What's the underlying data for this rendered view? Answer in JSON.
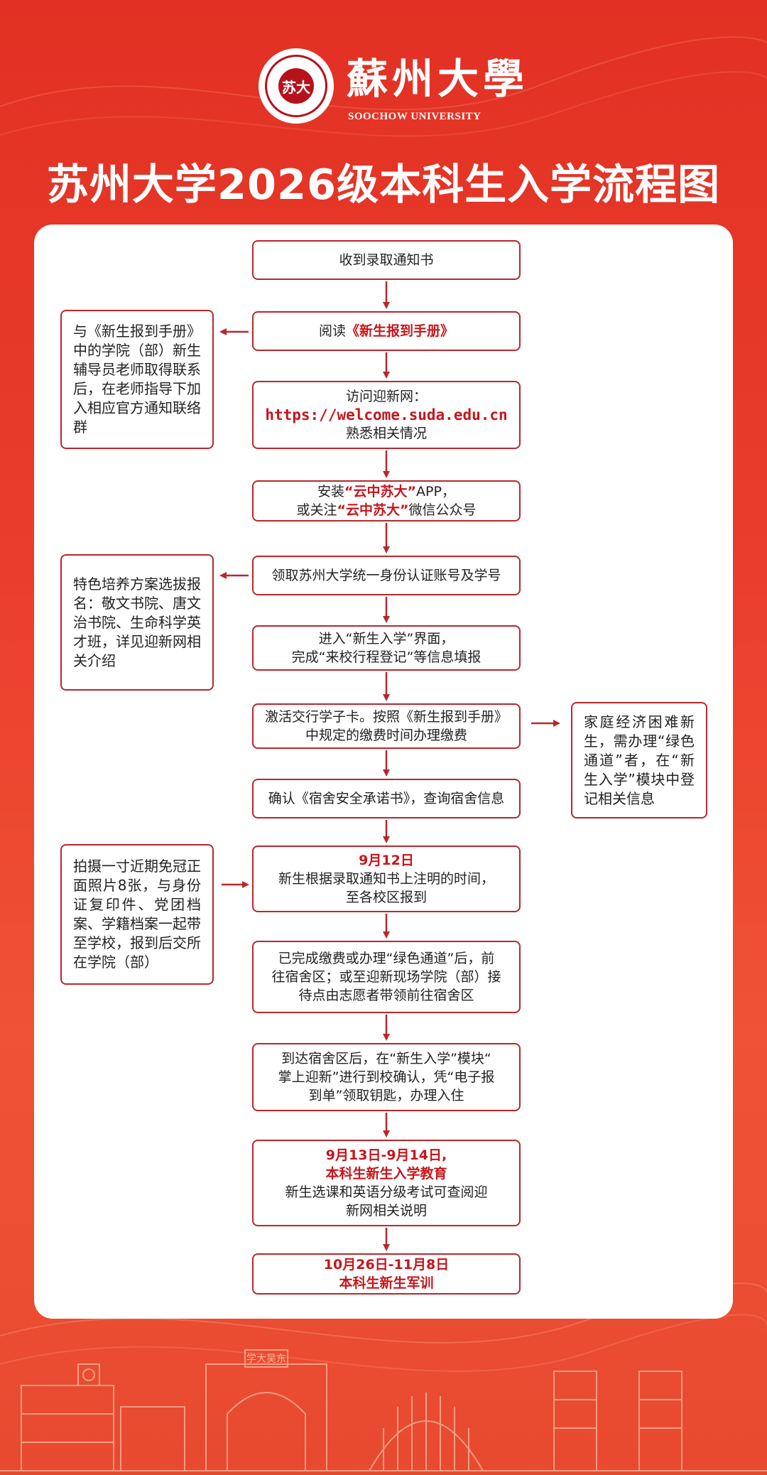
{
  "header": {
    "seal_text": "苏大",
    "logo_cn": "蘇州大學",
    "logo_en": "SOOCHOW UNIVERSITY",
    "title": "苏州大学2026级本科生入学流程图"
  },
  "flow": {
    "s1": "收到录取通知书",
    "s2_pre": "阅读",
    "s2_red": "《新生报到手册》",
    "s3_l1": "访问迎新网：",
    "s3_url": "https://welcome.suda.edu.cn",
    "s3_l3": "熟悉相关情况",
    "s4_a": "安装",
    "s4_b": "“云中苏大”",
    "s4_c": "APP，",
    "s4_d": "或关注",
    "s4_e": "“云中苏大”",
    "s4_f": "微信公众号",
    "s5": "领取苏州大学统一身份认证账号及学号",
    "s6_l1": "进入“新生入学”界面，",
    "s6_l2": "完成“来校行程登记”等信息填报",
    "s7_l1": "激活交行学子卡。按照《新生报到手册》",
    "s7_l2": "中规定的缴费时间办理缴费",
    "s8": "确认《宿舍安全承诺书》，查询宿舍信息",
    "s9_date": "9月12日",
    "s9_l1": "新生根据录取通知书上注明的时间，",
    "s9_l2": "至各校区报到",
    "s10_l1": "已完成缴费或办理“绿色通道”后，前",
    "s10_l2": "往宿舍区；或至迎新现场学院（部）接",
    "s10_l3": "待点由志愿者带领前往宿舍区",
    "s11_l1": "到达宿舍区后，在“新生入学”模块“",
    "s11_l2": "掌上迎新”进行到校确认，凭“电子报",
    "s11_l3": "到单”领取钥匙，办理入住",
    "s12_date": "9月13日-9月14日,",
    "s12_title": "本科生新生入学教育",
    "s12_l1": "新生选课和英语分级考试可查阅迎",
    "s12_l2": "新网相关说明",
    "s13_date": "10月26日-11月8日",
    "s13_title": "本科生新生军训"
  },
  "side": {
    "a": "与《新生报到手册》中的学院（部）新生辅导员老师取得联系后，在老师指导下加入相应官方通知联络群",
    "b": "特色培养方案选拔报名：敬文书院、唐文治书院、生命科学英才班，详见迎新网相关介绍",
    "c": "家庭经济困难新生，需办理“绿色通道”者，在“新生入学”模块中登记相关信息",
    "d": "拍摄一寸近期免冠正面照片8张，与身份证复印件、党团档案、学籍档案一起带至学校，报到后交所在学院（部）"
  },
  "skyline": {
    "gate_plaque": "学大吴东"
  },
  "colors": {
    "accent": "#b8282c",
    "highlight": "#c6161c",
    "background": "#e43325"
  }
}
